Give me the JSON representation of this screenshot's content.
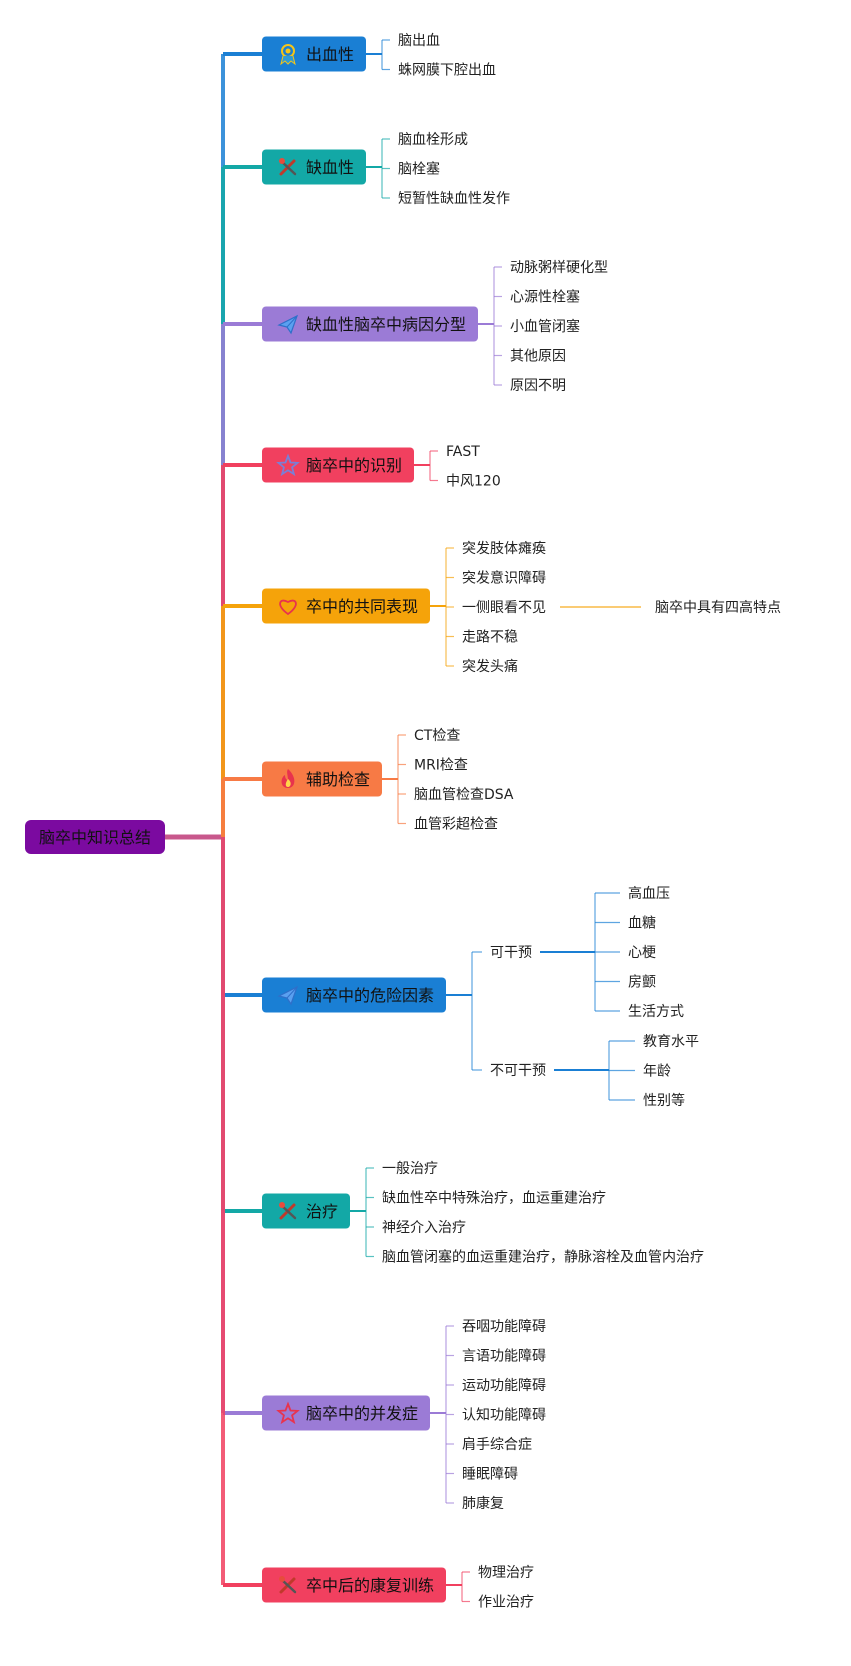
{
  "root": {
    "label": "脑卒中知识总结",
    "color": "#7b0aa0"
  },
  "branches": [
    {
      "label": "出血性",
      "color": "#1a7fd4",
      "icon": "ribbon-award-icon",
      "children": [
        {
          "label": "脑出血"
        },
        {
          "label": "蛛网膜下腔出血"
        }
      ]
    },
    {
      "label": "缺血性",
      "color": "#13a8a6",
      "icon": "tools-icon",
      "children": [
        {
          "label": "脑血栓形成"
        },
        {
          "label": "脑栓塞"
        },
        {
          "label": "短暂性缺血性发作"
        }
      ]
    },
    {
      "label": "缺血性脑卒中病因分型",
      "color": "#9b7bd6",
      "icon": "paper-plane-icon",
      "children": [
        {
          "label": "动脉粥样硬化型"
        },
        {
          "label": "心源性栓塞"
        },
        {
          "label": "小血管闭塞"
        },
        {
          "label": "其他原因"
        },
        {
          "label": "原因不明"
        }
      ]
    },
    {
      "label": "脑卒中的识别",
      "color": "#f1405f",
      "icon": "star-outline-icon",
      "children": [
        {
          "label": "FAST"
        },
        {
          "label": "中风120"
        }
      ]
    },
    {
      "label": "卒中的共同表现",
      "color": "#f5a30a",
      "icon": "heart-outline-icon",
      "children": [
        {
          "label": "突发肢体瘫痪"
        },
        {
          "label": "突发意识障碍"
        },
        {
          "label": "一侧眼看不见",
          "children": [
            {
              "label": "脑卒中具有四高特点"
            }
          ]
        },
        {
          "label": "走路不稳"
        },
        {
          "label": "突发头痛"
        }
      ]
    },
    {
      "label": "辅助检查",
      "color": "#f77a45",
      "icon": "flame-icon",
      "children": [
        {
          "label": "CT检查"
        },
        {
          "label": "MRI检查"
        },
        {
          "label": "脑血管检查DSA"
        },
        {
          "label": "血管彩超检查"
        }
      ]
    },
    {
      "label": "脑卒中的危险因素",
      "color": "#1a7fd4",
      "icon": "paper-plane-icon",
      "children": [
        {
          "label": "可干预",
          "children": [
            {
              "label": "高血压"
            },
            {
              "label": "血糖"
            },
            {
              "label": "心梗"
            },
            {
              "label": "房颤"
            },
            {
              "label": "生活方式"
            }
          ]
        },
        {
          "label": "不可干预",
          "children": [
            {
              "label": "教育水平"
            },
            {
              "label": "年龄"
            },
            {
              "label": "性别等"
            }
          ]
        }
      ]
    },
    {
      "label": "治疗",
      "color": "#13a8a6",
      "icon": "tools-icon",
      "children": [
        {
          "label": "一般治疗"
        },
        {
          "label": "缺血性卒中特殊治疗，血运重建治疗"
        },
        {
          "label": "神经介入治疗"
        },
        {
          "label": "脑血管闭塞的血运重建治疗，静脉溶栓及血管内治疗"
        }
      ]
    },
    {
      "label": "脑卒中的并发症",
      "color": "#9b7bd6",
      "icon": "star-outline-icon",
      "children": [
        {
          "label": "吞咽功能障碍"
        },
        {
          "label": "言语功能障碍"
        },
        {
          "label": "运动功能障碍"
        },
        {
          "label": "认知功能障碍"
        },
        {
          "label": "肩手综合症"
        },
        {
          "label": "睡眠障碍"
        },
        {
          "label": "肺康复"
        }
      ]
    },
    {
      "label": "卒中后的康复训练",
      "color": "#f1405f",
      "icon": "tools-icon",
      "children": [
        {
          "label": "物理治疗"
        },
        {
          "label": "作业治疗"
        }
      ]
    }
  ]
}
